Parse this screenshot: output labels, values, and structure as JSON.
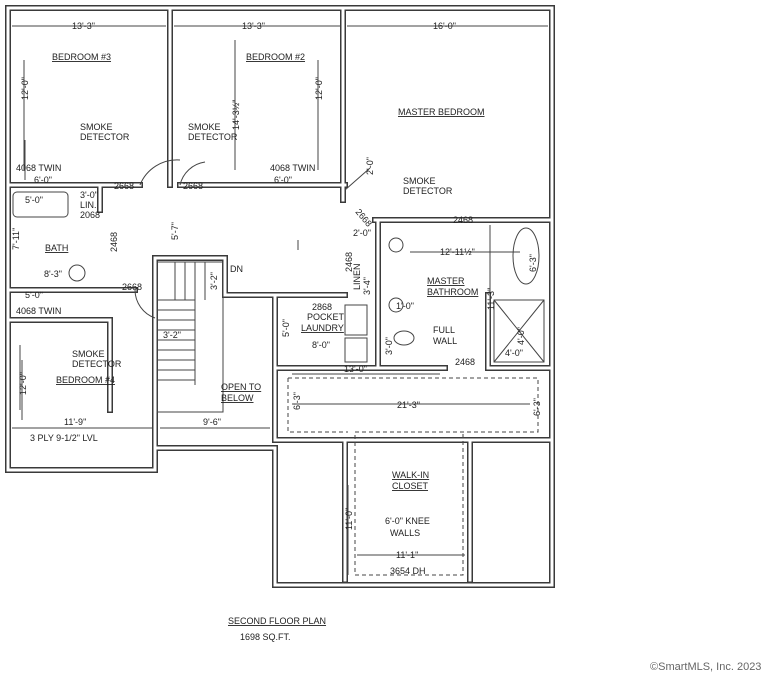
{
  "plan": {
    "title": "SECOND FLOOR PLAN",
    "area": "1698 SQ.FT.",
    "copyright": "©SmartMLS, Inc. 2023"
  },
  "rooms": {
    "bedroom3": "BEDROOM #3",
    "bedroom2": "BEDROOM #2",
    "master_bedroom": "MASTER BEDROOM",
    "bath": "BATH",
    "bedroom4": "BEDROOM #4",
    "open_to_below_1": "OPEN TO",
    "open_to_below_2": "BELOW",
    "master_bathroom_1": "MASTER",
    "master_bathroom_2": "BATHROOM",
    "laundry_1": "2868",
    "laundry_2": "POCKET",
    "laundry_3": "LAUNDRY",
    "walk_in_closet_1": "WALK-IN",
    "walk_in_closet_2": "CLOSET",
    "linen_closet_1": "LIN.",
    "linen_closet_2": "2068",
    "linen": "LINEN"
  },
  "notes": {
    "smoke": "SMOKE",
    "detector": "DETECTOR",
    "full": "FULL",
    "wall": "WALL",
    "knee_1": "6'-0\" KNEE",
    "knee_2": "WALLS",
    "lvl": "3 PLY 9-1/2\" LVL",
    "dn": "DN",
    "twin": "4068 TWIN",
    "dh": "3654 DH"
  },
  "doors": {
    "d2668": "2668",
    "d2468": "2468"
  },
  "dimensions": {
    "b3_width": "13'-3\"",
    "b2_width": "13'-3\"",
    "mb_width": "16'-0\"",
    "b3_depth": "12'-0\"",
    "b2_depth_a": "14'-3½\"",
    "b2_depth_b": "12'-0\"",
    "closet6": "6'-0\"",
    "mb_closet": "2'-0\"",
    "tub": "5'-0\"",
    "lin": "3'-0\"",
    "bath_depth": "7'-11\"",
    "bath_width": "8'-3\"",
    "hall": "5'-7\"",
    "stair_a": "3'-2\"",
    "stair_b": "3'-2\"",
    "b4_width": "11'-9\"",
    "b4_depth": "12'-0\"",
    "open_width": "9'-6\"",
    "vanity": "2'-0\"",
    "mbath_width": "12'-11½\"",
    "linen_depth": "3'-4\"",
    "tub_len": "6'-3\"",
    "mbath_depth": "11'-3\"",
    "shower_a": "4'-0\"",
    "shower_b": "4'-0\"",
    "wall_gap": "1'-0\"",
    "laundry_depth": "5'-0\"",
    "laundry_width": "8'-0\"",
    "wc": "3'-0\"",
    "hall13": "13'-0\"",
    "closet_width": "21'-3\"",
    "closet_l": "6'-3\"",
    "closet_r": "6'-3\"",
    "wic_depth": "11'-0\"",
    "wic_width": "11'-1\""
  }
}
